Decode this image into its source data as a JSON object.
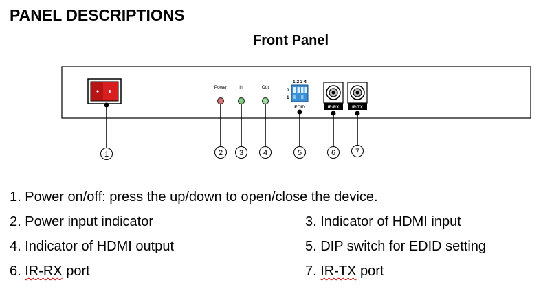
{
  "heading": "PANEL DESCRIPTIONS",
  "subheading": "Front Panel",
  "panel": {
    "led_labels": [
      "Power",
      "In",
      "Out"
    ],
    "dip_numbers": "1 2 3 4",
    "dip_row_on": "0",
    "dip_row_off": "1",
    "dip_label": "EDID",
    "port_labels": [
      "IR-RX",
      "IR-TX"
    ],
    "callouts": [
      "1",
      "2",
      "3",
      "4",
      "5",
      "6",
      "7"
    ],
    "colors": {
      "power_led": "#e07070",
      "in_led": "#7fd07f",
      "out_led": "#9fe09f",
      "dip_body": "#3a8fd6",
      "rocker": "#d81e1e"
    }
  },
  "descriptions": {
    "item1": "1. Power on/off: press the up/down to open/close the device.",
    "item2": "2. Power input indicator",
    "item3": "3. Indicator of HDMI input",
    "item4": "4. Indicator of HDMI output",
    "item5": "5. DIP switch for EDID setting",
    "item6_prefix": "6. ",
    "item6_term": "IR-RX",
    "item6_suffix": " port",
    "item7_prefix": "7. ",
    "item7_term": "IR-TX",
    "item7_suffix": " port"
  }
}
